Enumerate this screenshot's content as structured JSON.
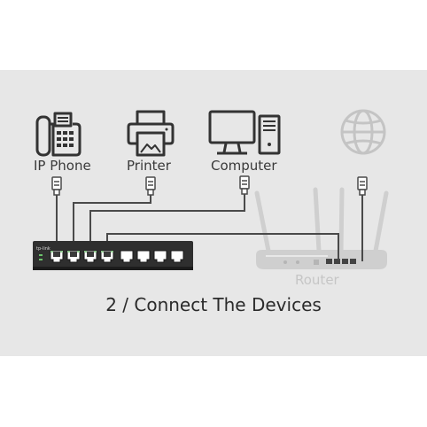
{
  "devices": {
    "ip_phone": "IP Phone",
    "printer": "Printer",
    "computer": "Computer",
    "router": "Router"
  },
  "switch_brand": "tp-link",
  "caption": "2 / Connect The Devices",
  "colors": {
    "background_panel": "#e7e7e7",
    "device_dark": "#333333",
    "router_faded": "#cfcfcf",
    "cable": "#4a4a4a"
  }
}
